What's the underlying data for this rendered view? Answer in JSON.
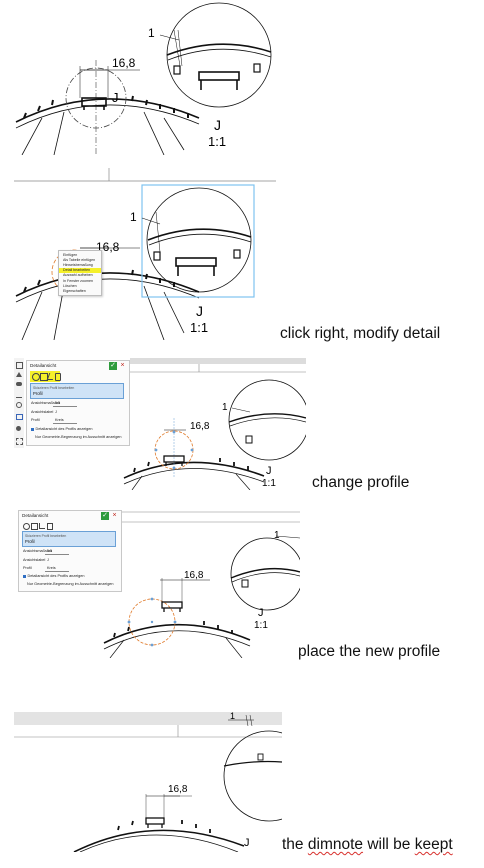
{
  "panel1": {
    "dim_value": "16,8",
    "dim_small": "1",
    "detail_letter": "J",
    "detail_scale": "1:1"
  },
  "panel2": {
    "dim_value": "16,8",
    "dim_small": "1",
    "detail_letter": "J",
    "detail_scale": "1:1",
    "context_menu": [
      "Einfügen",
      "Als Tabelle einfügen",
      "Hinweisbemaßung",
      "Detail bearbeiten",
      "Auswahl aufheben",
      "In Fenster zoomen",
      "Löschen",
      "Eigenschaften"
    ],
    "context_menu_highlight_index": 3,
    "highlight_color": "#f5f02a",
    "selection_color": "#7ec3ef"
  },
  "panel3": {
    "dim_value": "16,8",
    "dim_small": "1",
    "detail_letter": "J",
    "detail_scale": "1:1",
    "dialog": {
      "title": "Detailansicht",
      "selected_line1": "Skizzieren Profil bearbeiten",
      "selected_line2": "Profil",
      "scale_label": "Ansichtsmaßstab",
      "scale_value": "1:1",
      "label_label": "Ansichtslabel",
      "label_value": "J",
      "profile_label": "Profil",
      "profile_value": "Kreis",
      "check1": "Detailansicht des Profils anzeigen",
      "check2": "Nur Geometrie-Begrenzung im Ausschnitt anzeigen"
    }
  },
  "panel4": {
    "dim_value": "16,8",
    "dim_small": "1",
    "detail_letter": "J",
    "detail_scale": "1:1",
    "dialog": {
      "title": "Detailansicht",
      "selected_line1": "Skizzieren Profil bearbeiten",
      "selected_line2": "Profil",
      "scale_label": "Ansichtsmaßstab",
      "scale_value": "1:1",
      "label_label": "Ansichtslabel",
      "label_value": "J",
      "profile_label": "Profil",
      "profile_value": "Kreis",
      "check1": "Detailansicht des Profils anzeigen",
      "check2": "Nur Geometrie-Begrenzung im Ausschnitt anzeigen"
    }
  },
  "panel5": {
    "dim_value": "16,8",
    "dim_small": "1",
    "detail_letter": "J"
  },
  "captions": {
    "c2": "click right, modify detail",
    "c3": "change profile",
    "c4": "place the new profile",
    "c5_part1": "the",
    "c5_part2": "dimnote",
    "c5_part3": "will be",
    "c5_part4": "keept"
  },
  "colors": {
    "ok_button": "#2e9b3c",
    "cancel_button": "#c0281e",
    "profile_circle": "#e07a2a",
    "dialog_selected": "#cfe3f7"
  }
}
